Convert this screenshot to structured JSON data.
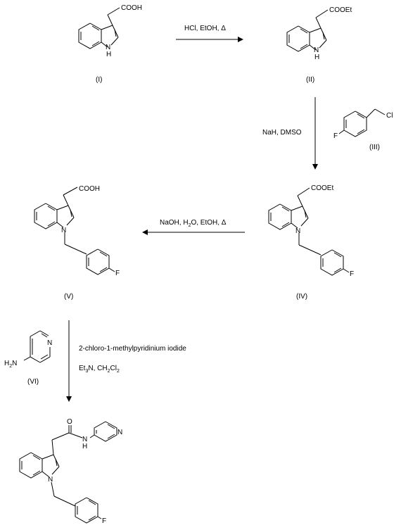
{
  "compounds": {
    "c1": {
      "label": "(I)",
      "group": "COOH",
      "nh": "H",
      "n": "N"
    },
    "c2": {
      "label": "(II)",
      "group": "COOEt",
      "nh": "H",
      "n": "N"
    },
    "c3": {
      "label": "(III)",
      "f": "F",
      "cl": "Cl"
    },
    "c4": {
      "label": "(IV)",
      "group": "COOEt",
      "n": "N",
      "f": "F"
    },
    "c5": {
      "label": "(V)",
      "group": "COOH",
      "n": "N",
      "f": "F"
    },
    "c6": {
      "label": "(VI)",
      "h2n": "H2N",
      "n": "N"
    },
    "product": {
      "o": "O",
      "n_amide": "N",
      "h": "H",
      "n_pyr": "N",
      "n_indole": "N",
      "f": "F"
    }
  },
  "reactions": {
    "r1": {
      "conditions": "HCl, EtOH, Δ"
    },
    "r2": {
      "conditions": "NaH, DMSO"
    },
    "r3": {
      "conditions": "NaOH, H2O, EtOH, Δ"
    },
    "r4": {
      "reagent": "2-chloro-1-methylpyridinium iodide",
      "conditions": "Et3N, CH2Cl2"
    }
  }
}
